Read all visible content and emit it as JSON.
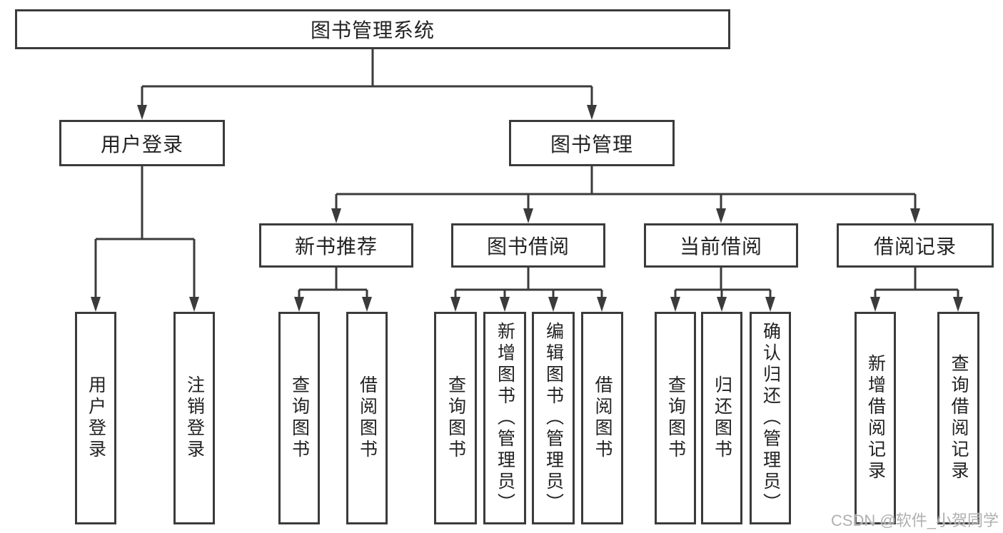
{
  "diagram": {
    "root": {
      "label": "图书管理系统"
    },
    "branches": [
      {
        "label": "用户登录",
        "leaves": [
          {
            "label": "用户登录"
          },
          {
            "label": "注销登录"
          }
        ]
      },
      {
        "label": "图书管理",
        "sections": [
          {
            "label": "新书推荐",
            "leaves": [
              {
                "label": "查询图书"
              },
              {
                "label": "借阅图书"
              }
            ]
          },
          {
            "label": "图书借阅",
            "leaves": [
              {
                "label": "查询图书"
              },
              {
                "label": "新增图书（管理员）"
              },
              {
                "label": "编辑图书（管理员）"
              },
              {
                "label": "借阅图书"
              }
            ]
          },
          {
            "label": "当前借阅",
            "leaves": [
              {
                "label": "查询图书"
              },
              {
                "label": "归还图书"
              },
              {
                "label": "确认归还（管理员）"
              }
            ]
          },
          {
            "label": "借阅记录",
            "leaves": [
              {
                "label": "新增借阅记录"
              },
              {
                "label": "查询借阅记录"
              }
            ]
          }
        ]
      }
    ]
  },
  "colors": {
    "line": "#3b3b3b",
    "text": "#222222",
    "watermark": "#acacac"
  },
  "watermark": {
    "text": "CSDN @软件_小贺同学"
  }
}
